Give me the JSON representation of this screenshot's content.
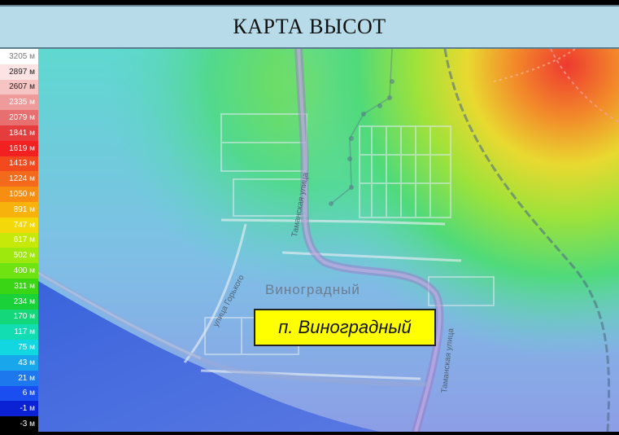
{
  "title": "КАРТА ВЫСОТ",
  "legend": [
    {
      "label": "3205 м",
      "color": "#ffffff",
      "text_color": "#7a7a7a"
    },
    {
      "label": "2897 м",
      "color": "#fde3e3",
      "text_color": "#222222"
    },
    {
      "label": "2607 м",
      "color": "#f7c4c4",
      "text_color": "#222222"
    },
    {
      "label": "2335 м",
      "color": "#ef9b9b",
      "text_color": "#ffffff"
    },
    {
      "label": "2079 м",
      "color": "#e86f6f",
      "text_color": "#ffffff"
    },
    {
      "label": "1841 м",
      "color": "#e53d3d",
      "text_color": "#ffffff"
    },
    {
      "label": "1619 м",
      "color": "#f22020",
      "text_color": "#ffffff"
    },
    {
      "label": "1413 м",
      "color": "#f24a1e",
      "text_color": "#ffffff"
    },
    {
      "label": "1224 м",
      "color": "#f36a1d",
      "text_color": "#ffffff"
    },
    {
      "label": "1050 м",
      "color": "#f78e12",
      "text_color": "#ffffff"
    },
    {
      "label": "891 м",
      "color": "#f7b20c",
      "text_color": "#ffffff"
    },
    {
      "label": "747 м",
      "color": "#f4d80a",
      "text_color": "#ffffff"
    },
    {
      "label": "617 м",
      "color": "#c6e90a",
      "text_color": "#ffffff"
    },
    {
      "label": "502 м",
      "color": "#9ee80d",
      "text_color": "#ffffff"
    },
    {
      "label": "400 м",
      "color": "#6fe211",
      "text_color": "#ffffff"
    },
    {
      "label": "311 м",
      "color": "#3ad616",
      "text_color": "#ffffff"
    },
    {
      "label": "234 м",
      "color": "#1bd13a",
      "text_color": "#ffffff"
    },
    {
      "label": "170 м",
      "color": "#14d67a",
      "text_color": "#ffffff"
    },
    {
      "label": "117 м",
      "color": "#12dcb2",
      "text_color": "#ffffff"
    },
    {
      "label": "75 м",
      "color": "#12d6e0",
      "text_color": "#ffffff"
    },
    {
      "label": "43 м",
      "color": "#1aa6ea",
      "text_color": "#ffffff"
    },
    {
      "label": "21 м",
      "color": "#1c78ec",
      "text_color": "#ffffff"
    },
    {
      "label": "6 м",
      "color": "#1a4ef0",
      "text_color": "#ffffff"
    },
    {
      "label": "-1 м",
      "color": "#0a22d4",
      "text_color": "#ffffff"
    },
    {
      "label": "-3 м",
      "color": "#000000",
      "text_color": "#ffffff"
    }
  ],
  "map": {
    "town_label": "п. Виноградный",
    "place_name": "Виноградный",
    "streets": {
      "tamanskaya_north": "Таманская улица",
      "tamanskaya_south": "Таманская улица",
      "gorkogo": "улица Горького"
    }
  }
}
